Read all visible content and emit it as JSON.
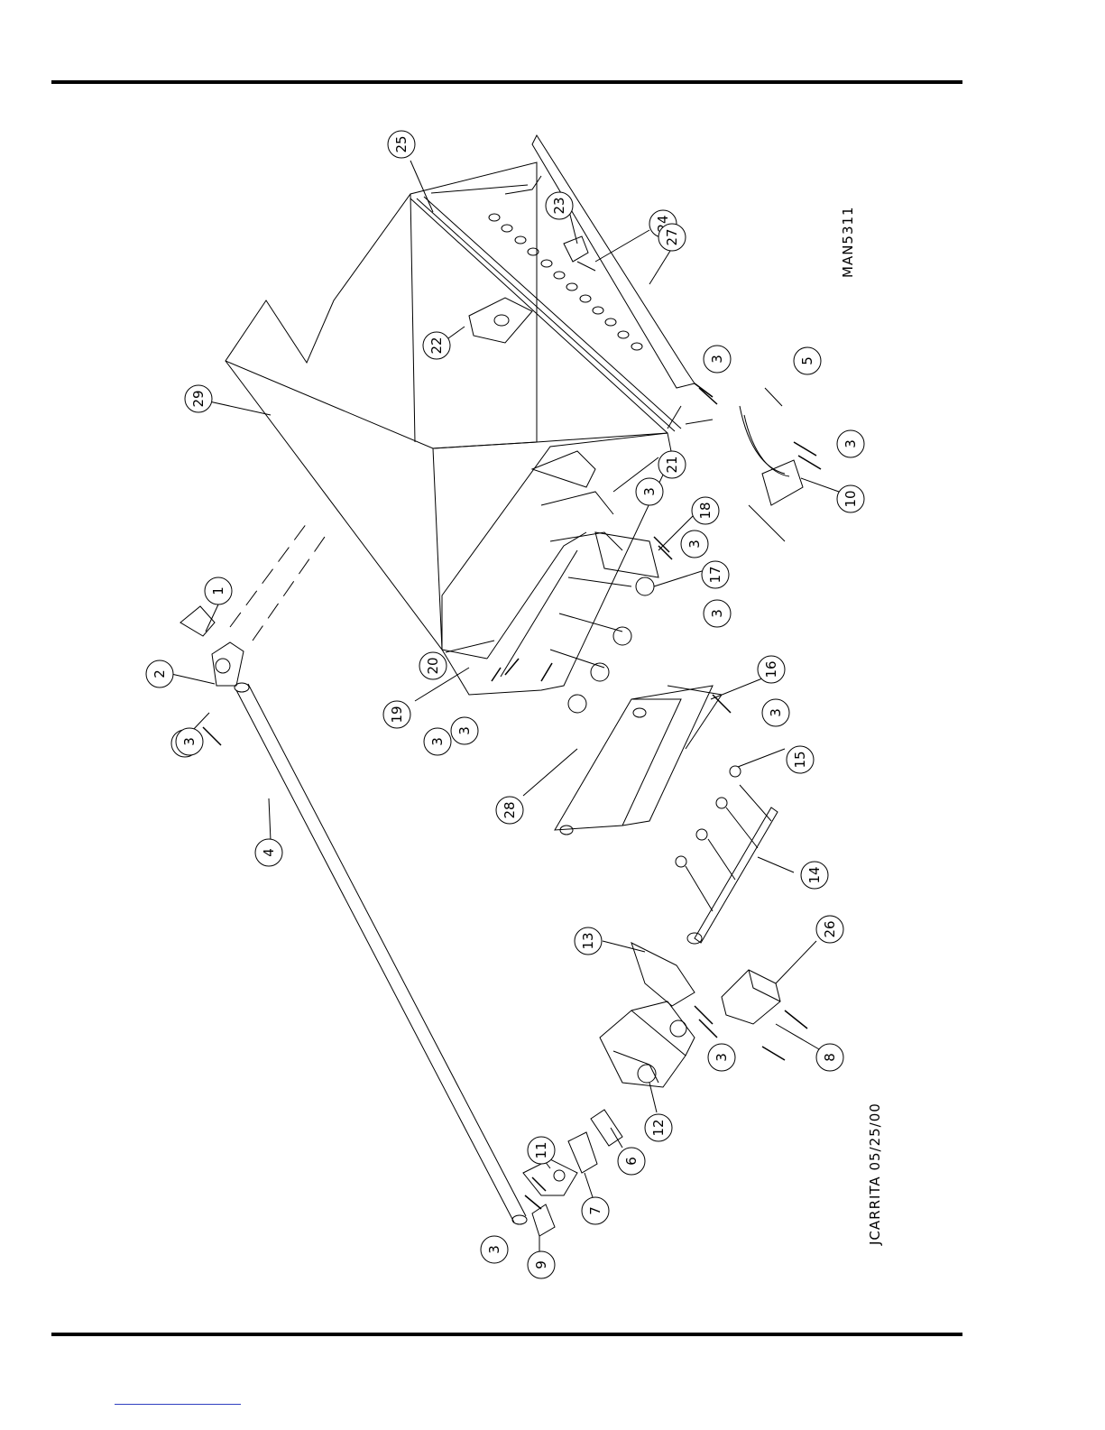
{
  "drawing": {
    "drawing_number": "MAN5311",
    "author_stamp": "JCARRITA 05/25/00"
  },
  "callouts": [
    {
      "num": "1"
    },
    {
      "num": "2"
    },
    {
      "num": "3"
    },
    {
      "num": "3"
    },
    {
      "num": "3"
    },
    {
      "num": "3"
    },
    {
      "num": "3"
    },
    {
      "num": "3"
    },
    {
      "num": "3"
    },
    {
      "num": "3"
    },
    {
      "num": "3"
    },
    {
      "num": "3"
    },
    {
      "num": "3"
    },
    {
      "num": "3"
    },
    {
      "num": "4"
    },
    {
      "num": "5"
    },
    {
      "num": "6"
    },
    {
      "num": "7"
    },
    {
      "num": "8"
    },
    {
      "num": "9"
    },
    {
      "num": "10"
    },
    {
      "num": "11"
    },
    {
      "num": "12"
    },
    {
      "num": "13"
    },
    {
      "num": "14"
    },
    {
      "num": "15"
    },
    {
      "num": "16"
    },
    {
      "num": "17"
    },
    {
      "num": "18"
    },
    {
      "num": "19"
    },
    {
      "num": "20"
    },
    {
      "num": "21"
    },
    {
      "num": "22"
    },
    {
      "num": "23"
    },
    {
      "num": "24"
    },
    {
      "num": "25"
    },
    {
      "num": "26"
    },
    {
      "num": "27"
    },
    {
      "num": "28"
    },
    {
      "num": "29"
    }
  ]
}
